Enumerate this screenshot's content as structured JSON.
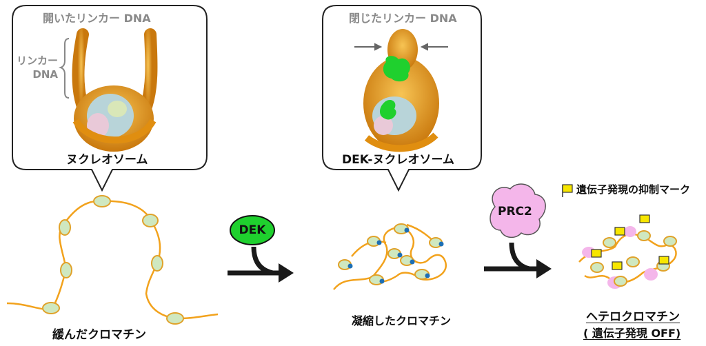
{
  "panels": {
    "open": {
      "title": "開いたリンカー DNA",
      "side_label": [
        "リンカー",
        "DNA"
      ],
      "caption": "ヌクレオソーム"
    },
    "closed": {
      "title": "閉じたリンカー DNA",
      "caption": "DEK-ヌクレオソーム"
    }
  },
  "chromatin": {
    "relaxed": "緩んだクロマチン",
    "condensed": "凝縮したクロマチン",
    "hetero": "ヘテロクロマチン",
    "hetero_note": "( 遺伝子発現 OFF)"
  },
  "factors": {
    "dek": "DEK",
    "prc2": "PRC2"
  },
  "legend": {
    "mark": "遺伝子発現の抑制マーク"
  },
  "colors": {
    "dna_orange": "#f2a21c",
    "nucleosome_green": "#cfe8c0",
    "dek_green": "#1fd02e",
    "prc2_pink": "#f4b6ea",
    "mark_yellow": "#f7e600",
    "dek_blue": "#1d6fb5",
    "arrow": "#1a1a1a"
  }
}
